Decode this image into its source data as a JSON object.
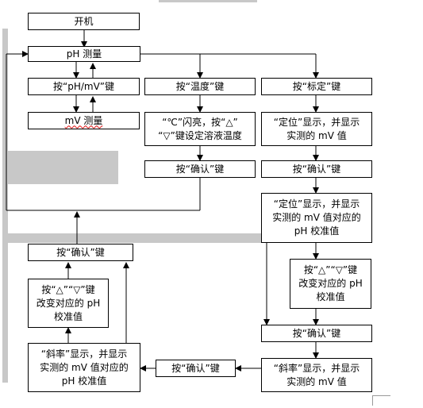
{
  "flow": {
    "power_on": "开机",
    "ph_measure": "pH 测量",
    "key_ph_mv": "按“pH/mV”键",
    "mv_measure": "mV 测量",
    "key_temp": "按“温度”键",
    "temp_set": [
      "“℃”闪亮，按“△”",
      "“▽”键设定溶液温度"
    ],
    "key_confirm_1": "按“确认”键",
    "key_calib": "按“标定”键",
    "locate_show": [
      "“定位”显示，并显示",
      "实测的 mV 值"
    ],
    "key_confirm_2": "按“确认”键",
    "locate_ph": [
      "“定位”显示，并显示",
      "实测的 mV 值对应的",
      "pH 校准值"
    ],
    "adjust_ph_right": [
      "按“△”“▽”键",
      "改变对应的 pH",
      "校准值"
    ],
    "key_confirm_3": "按“确认”键",
    "slope_show": [
      "“斜率”显示，并显示",
      "实测的 mV 值"
    ],
    "key_confirm_4": "按“确认”键",
    "slope_ph": [
      "“斜率”显示，并显示",
      "实测的 mV 值对应的",
      "pH 校准值"
    ],
    "adjust_ph_left": [
      "按“△”“▽”键",
      "改变对应的 pH",
      "校准值"
    ],
    "key_confirm_5": "按“确认”键"
  }
}
